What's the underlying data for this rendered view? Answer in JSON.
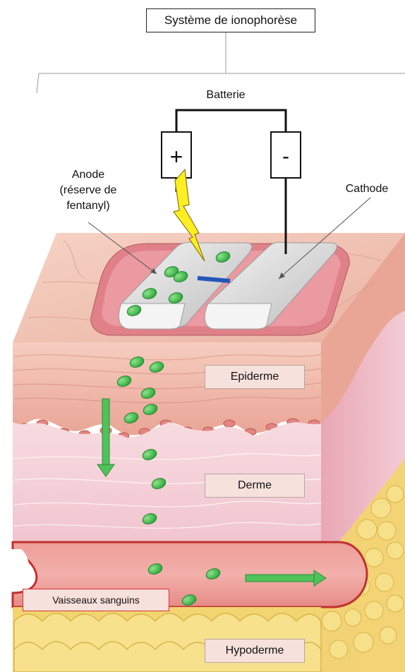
{
  "title": "Système de ionophorèse",
  "labels": {
    "battery": "Batterie",
    "plus": "+",
    "minus": "-",
    "anode_line1": "Anode",
    "anode_line2": "(réserve de",
    "anode_line3": "fentanyl)",
    "cathode": "Cathode",
    "epidermis": "Epiderme",
    "dermis": "Derme",
    "vessels": "Vaisseaux sanguins",
    "hypodermis": "Hypoderme"
  },
  "colors": {
    "skin_top": "#f2c7b6",
    "patch_red": "#d9737a",
    "electrode": "#d9d9d9",
    "drug_particle": "#3cb83c",
    "flow_arrow": "#4fc25a",
    "lightning": "#ffee22",
    "blue_bar": "#2356b8",
    "vessel": "#e58a86",
    "fat": "#f2d470",
    "label_fill": "#f7e1dc",
    "vessel_label_border": "#d93030"
  }
}
